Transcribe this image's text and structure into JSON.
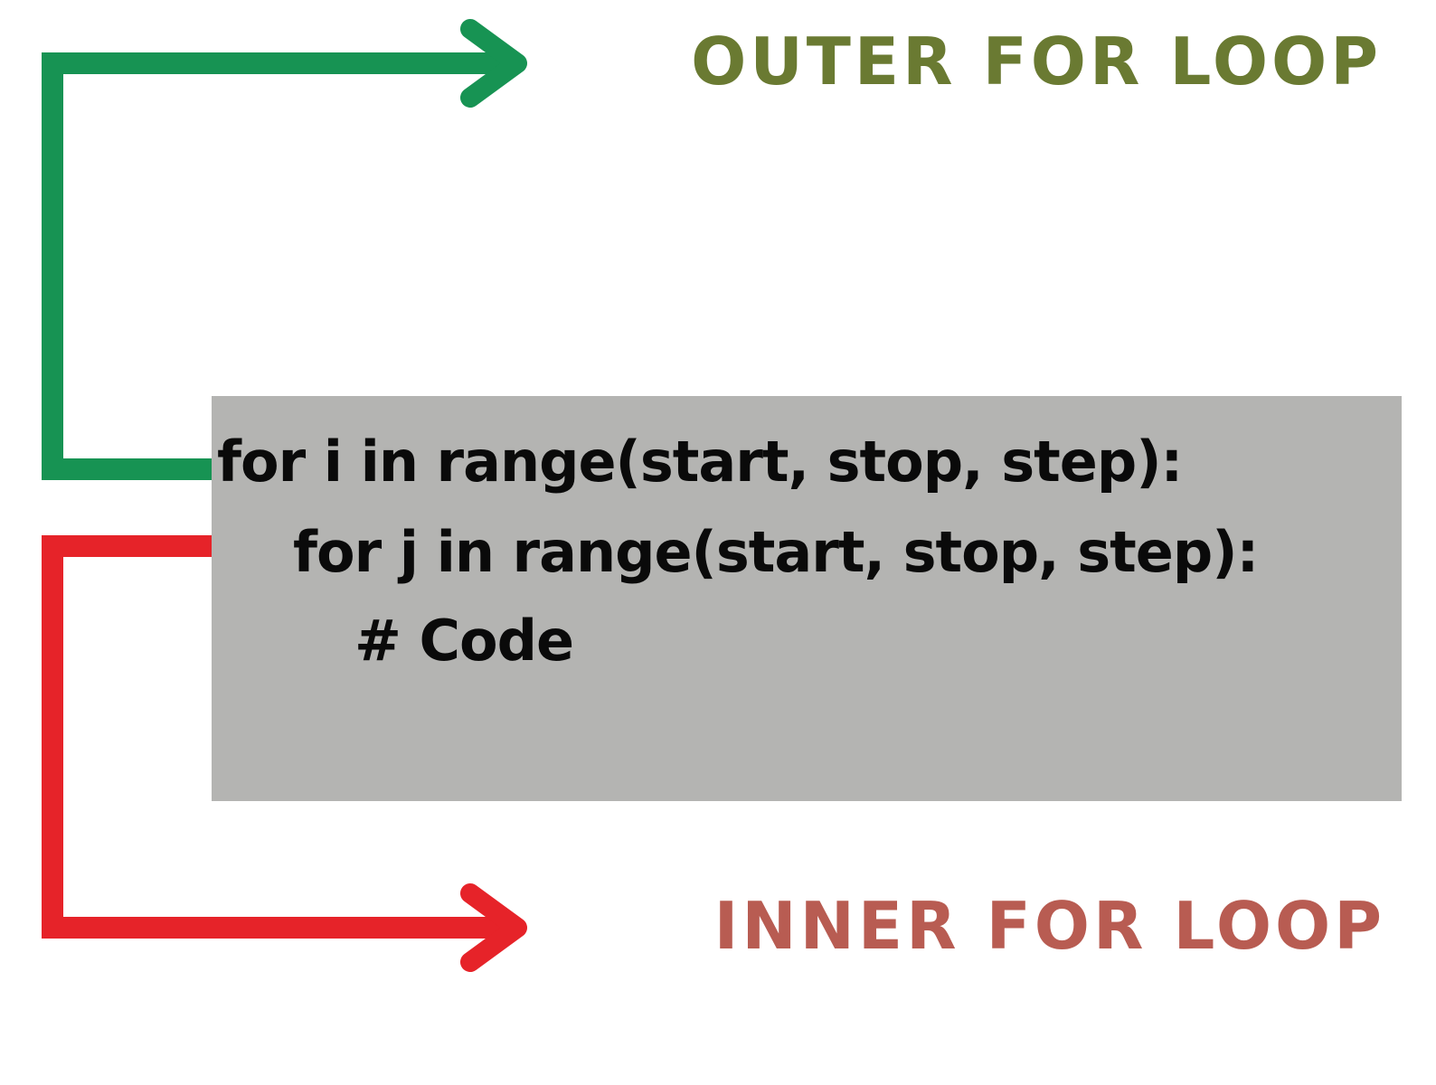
{
  "outer_label": {
    "text": "OUTER FOR LOOP",
    "color": "#6a7a32"
  },
  "inner_label": {
    "text": "INNER FOR LOOP",
    "color": "#b85c52"
  },
  "code_lines": [
    "for i in range(start, stop, step):",
    "for j in range(start, stop, step):",
    "# Code"
  ],
  "colors": {
    "outer_connector": "#179353",
    "inner_connector": "#e62329",
    "code_background": "#b4b4b2"
  }
}
